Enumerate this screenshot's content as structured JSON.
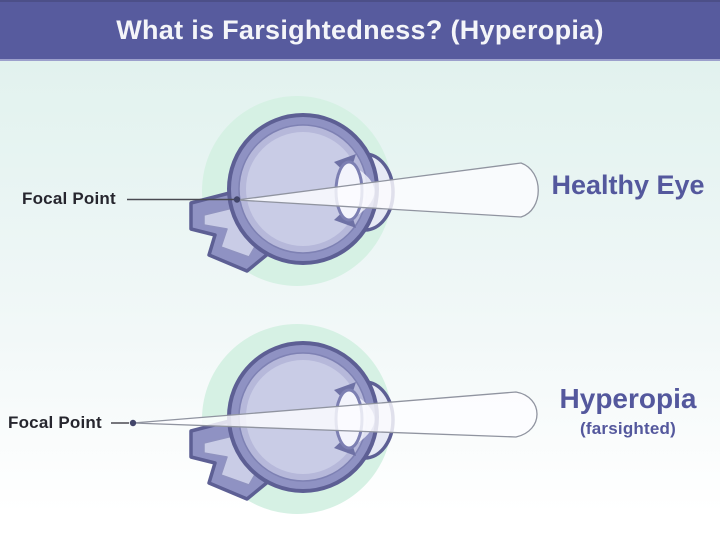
{
  "title_bar": {
    "title": "What is Farsightedness? (Hyperopia)"
  },
  "healthy_diagram": {
    "focal_point_label": "Focal Point",
    "eye_label": "Healthy Eye"
  },
  "hyperopia_diagram": {
    "focal_point_label": "Focal Point",
    "eye_label": "Hyperopia",
    "eye_sublabel": "(farsighted)"
  },
  "colors": {
    "header_bg": "#575b9e",
    "header_text": "#f4f5f9",
    "caption_purple": "#54589d",
    "focal_text": "#26262e",
    "glow_mint": "#d6f1e4",
    "sclera_purple": "#8f92c3",
    "outline_purple": "#5d5f94",
    "mid_ring_lavender": "#b6b8da",
    "vitreous_lavender": "#c9cce6",
    "lens_white": "#f3f4fc",
    "beam_outline_gray": "#9094a0",
    "focal_dot": "#42456а"
  }
}
